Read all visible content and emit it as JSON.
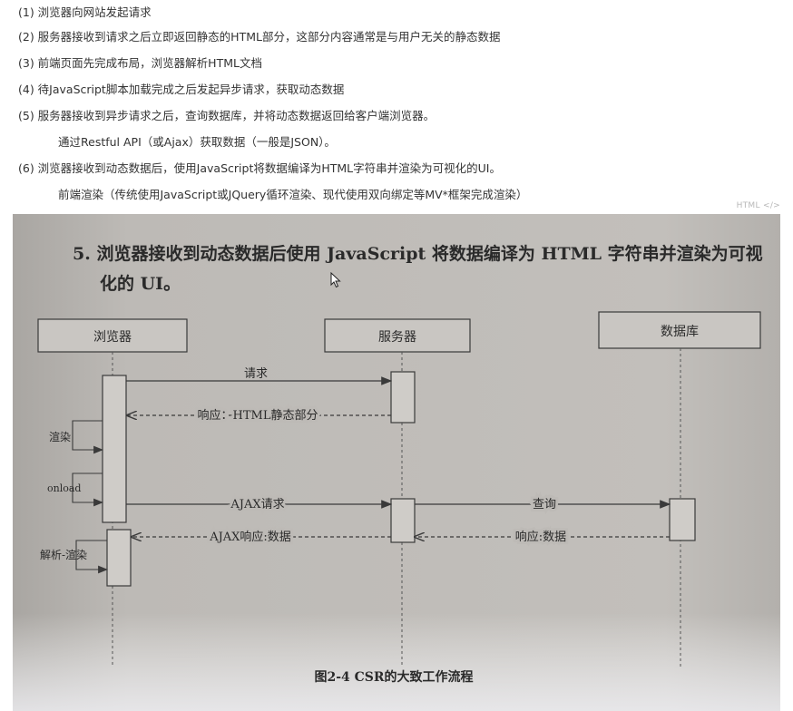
{
  "steps": [
    {
      "text": "(1) 浏览器向网站发起请求"
    },
    {
      "text": "(2) 服务器接收到请求之后立即返回静态的HTML部分，这部分内容通常是与用户无关的静态数据"
    },
    {
      "text": "(3) 前端页面先完成布局，浏览器解析HTML文档"
    },
    {
      "text": "(4) 待JavaScript脚本加载完成之后发起异步请求，获取动态数据"
    },
    {
      "text": "(5) 服务器接收到异步请求之后，查询数据库，并将动态数据返回给客户端浏览器。"
    },
    {
      "text": "通过Restful API（或Ajax）获取数据（一般是JSON）。"
    },
    {
      "text": "(6) 浏览器接收到动态数据后，使用JavaScript将数据编译为HTML字符串并渲染为可视化的UI。"
    },
    {
      "text": "前端渲染（传统使用JavaScript或JQuery循环渲染、现代使用双向绑定等MV*框架完成渲染）"
    }
  ],
  "code_tag": "HTML",
  "figure": {
    "heading_line1": "5.  浏览器接收到动态数据后使用 JavaScript 将数据编译为 HTML 字符串并渲染为可视",
    "heading_line2": "化的 UI。",
    "lanes": {
      "browser": "浏览器",
      "server": "服务器",
      "database": "数据库"
    },
    "messages": {
      "request": "请求",
      "response_static": "响应：HTML静态部分",
      "ajax_request": "AJAX请求",
      "query": "查询",
      "ajax_response": "AJAX响应:数据",
      "db_response": "响应:数据"
    },
    "side_labels": {
      "render": "渲染",
      "onload": "onload",
      "parse_render": "解析-渲染"
    },
    "caption": "图2-4    CSR的大致工作流程"
  },
  "colors": {
    "page_text": "#333333",
    "photo_paper": "#bdbab6",
    "ink": "#2a2a2a"
  }
}
